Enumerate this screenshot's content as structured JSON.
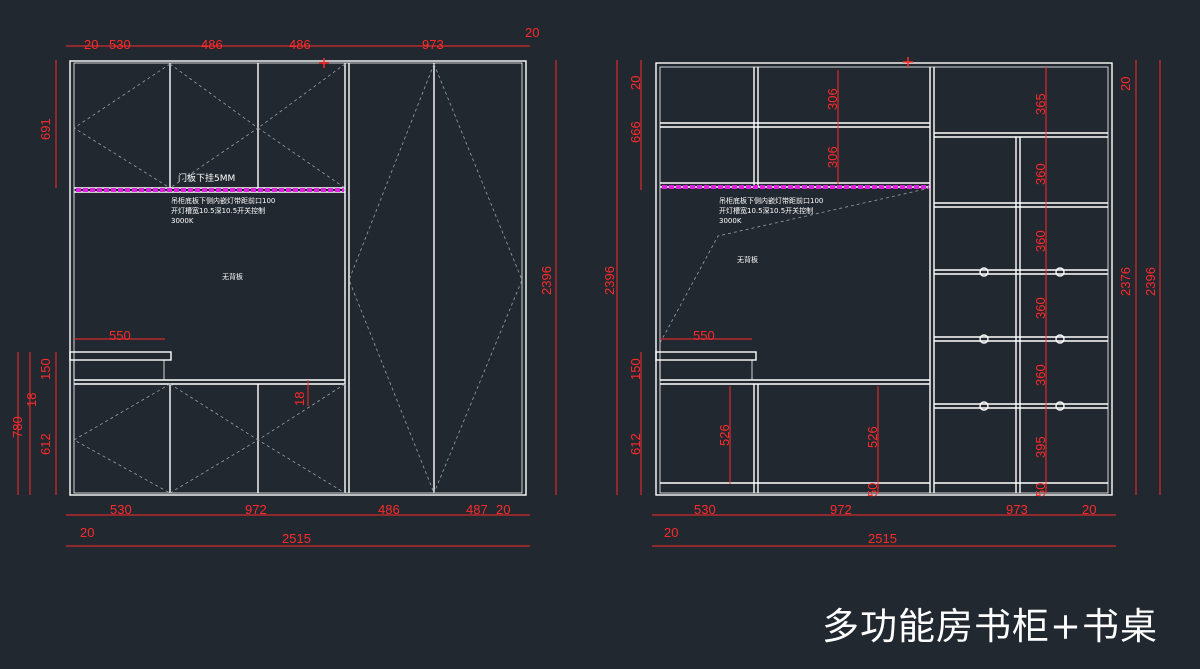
{
  "title": "多功能房书柜+书桌",
  "left_view": {
    "top_dims": [
      "20",
      "530",
      "486",
      "486",
      "973",
      "20"
    ],
    "left_dims": [
      "691",
      "150",
      "18",
      "780",
      "612"
    ],
    "right_dim": "2396",
    "bottom_dims": [
      "530",
      "972",
      "486",
      "487",
      "20",
      "20"
    ],
    "total_width": "2515",
    "desk_depth": "550",
    "inner_18": "18",
    "note_door": "门板下挂5MM",
    "note_light": [
      "吊柜底板下侧内嵌灯带距前口100",
      "开灯槽宽10.5深10.5开关控制",
      "3000K"
    ],
    "note_noback": "无背板"
  },
  "right_view": {
    "left_dims": [
      "20",
      "666",
      "2396",
      "150",
      "612"
    ],
    "inner_dims_upper": [
      "306",
      "306",
      "365"
    ],
    "inner_dims_column": [
      "360",
      "360",
      "360",
      "360",
      "395"
    ],
    "inner_dims_lower": [
      "526",
      "526",
      "50",
      "50"
    ],
    "right_dims": [
      "20",
      "2376",
      "2396"
    ],
    "bottom_dims": [
      "530",
      "972",
      "973",
      "20",
      "20"
    ],
    "total_width": "2515",
    "desk_depth": "550",
    "note_light": [
      "吊柜底板下侧内嵌灯带距前口100",
      "开灯槽宽10.5深10.5开关控制",
      "3000K"
    ],
    "note_noback": "无背板"
  },
  "colors": {
    "background": "#212830",
    "lines": "#ffffff",
    "dimensions": "#ff2a2a",
    "light_strip": "#e020e0",
    "hidden_lines": "#9aa0a6"
  }
}
